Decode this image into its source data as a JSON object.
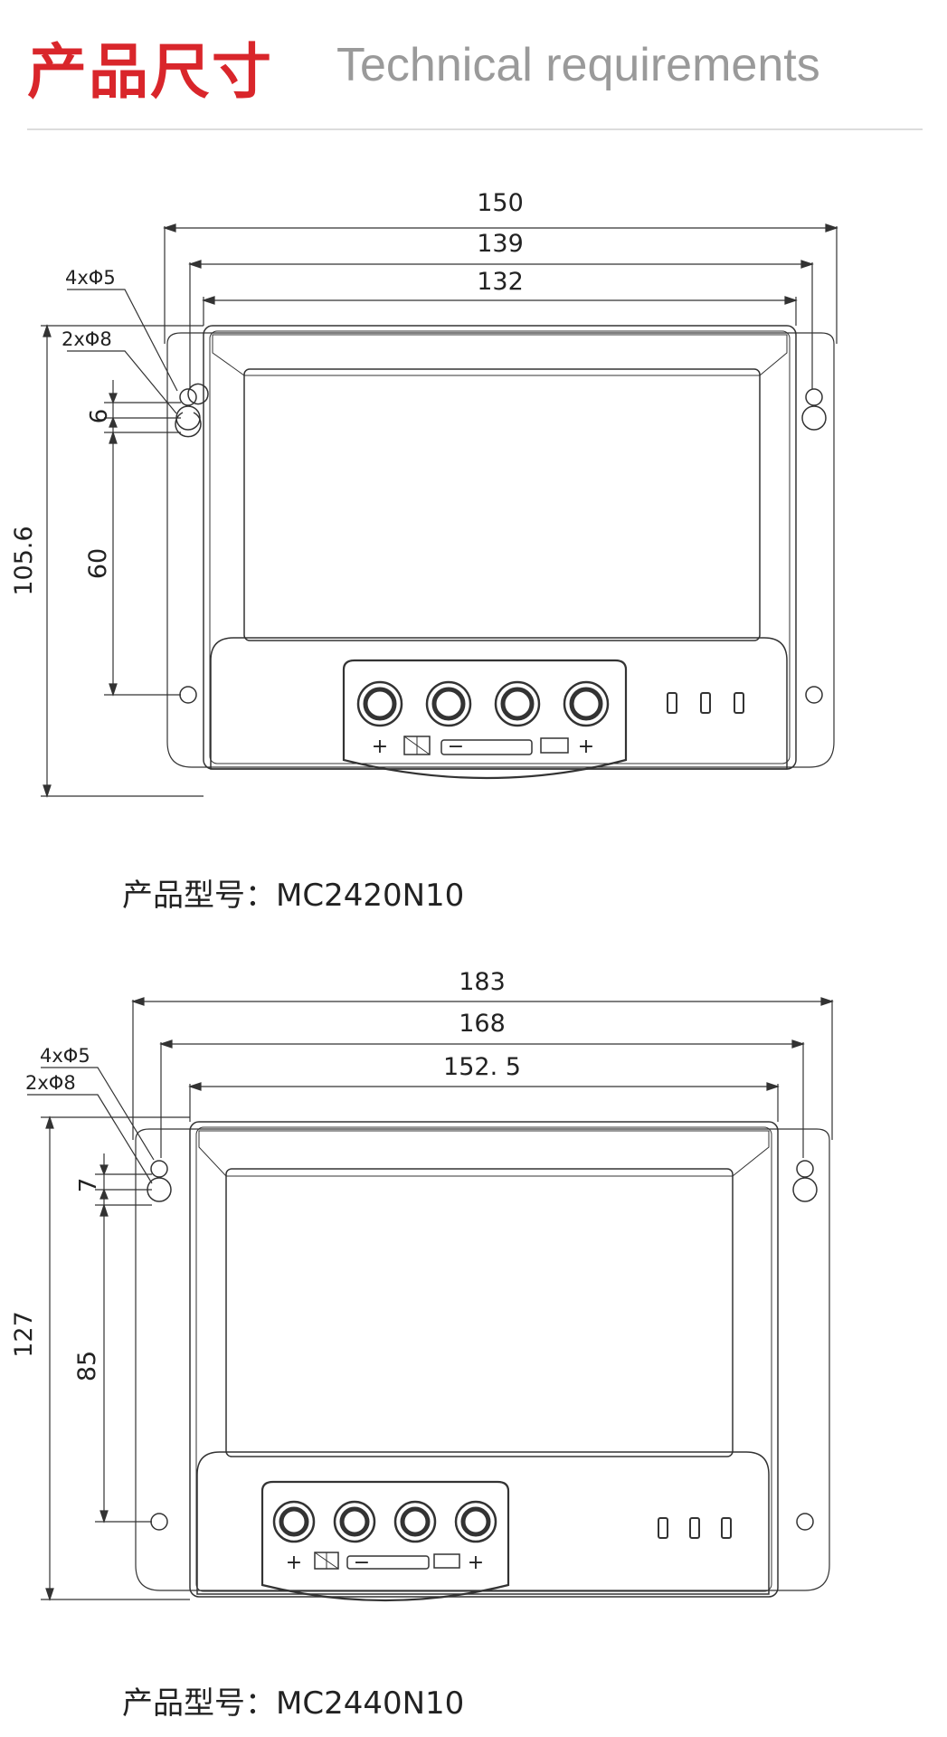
{
  "header": {
    "title_zh": "产品尺寸",
    "title_en": "Technical requirements"
  },
  "drawing1": {
    "model_label": "产品型号：MC2420N10",
    "dim_overall_width": "150",
    "dim_hole_span": "139",
    "dim_body_width": "132",
    "dim_height": "105.6",
    "dim_keyhole": "6",
    "dim_hole_vertical": "60",
    "note_small_holes": "4xΦ5",
    "note_large_holes": "2xΦ8"
  },
  "drawing2": {
    "model_label": "产品型号：MC2440N10",
    "dim_overall_width": "183",
    "dim_hole_span": "168",
    "dim_body_width": "152. 5",
    "dim_height": "127",
    "dim_keyhole": "7",
    "dim_hole_vertical": "85",
    "note_small_holes": "4xΦ5",
    "note_large_holes": "2xΦ8"
  },
  "terminal_symbols": {
    "plus": "+",
    "minus": "−"
  },
  "colors": {
    "title_red": "#d9262b",
    "title_gray": "#9a9a9a",
    "line": "#333333"
  }
}
